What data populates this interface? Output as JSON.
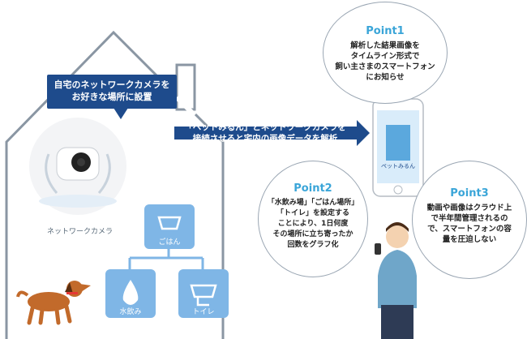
{
  "callouts": {
    "camera_setup": [
      "自宅のネットワークカメラを",
      "お好きな場所に設置"
    ],
    "app_connect": [
      "「ペットみるん」とネットワークカメラを",
      "接続させると宅内の画像データを解析"
    ]
  },
  "labels": {
    "camera": "ネットワークカメラ",
    "food": "ごはん",
    "water": "水飲み",
    "toilet": "トイレ",
    "app_name": "ペットみるん"
  },
  "points": [
    {
      "title": "Point1",
      "lines": [
        "解析した結果画像を",
        "タイムライン形式で",
        "飼い主さまのスマートフォン",
        "にお知らせ"
      ]
    },
    {
      "title": "Point2",
      "lines": [
        "「水飲み場」「ごはん場所」",
        "「トイレ」を設定する",
        "ことにより、1日何度",
        "その場所に立ち寄ったか",
        "回数をグラフ化"
      ]
    },
    {
      "title": "Point3",
      "lines": [
        "動画や画像はクラウド上",
        "で半年間管理されるの",
        "で、スマートフォンの容",
        "量を圧迫しない"
      ]
    }
  ],
  "colors": {
    "navy": "#1e4b8c",
    "accent": "#3aa5d8",
    "house_line": "#8a96a3",
    "icon_fill": "#7fb6e6"
  }
}
